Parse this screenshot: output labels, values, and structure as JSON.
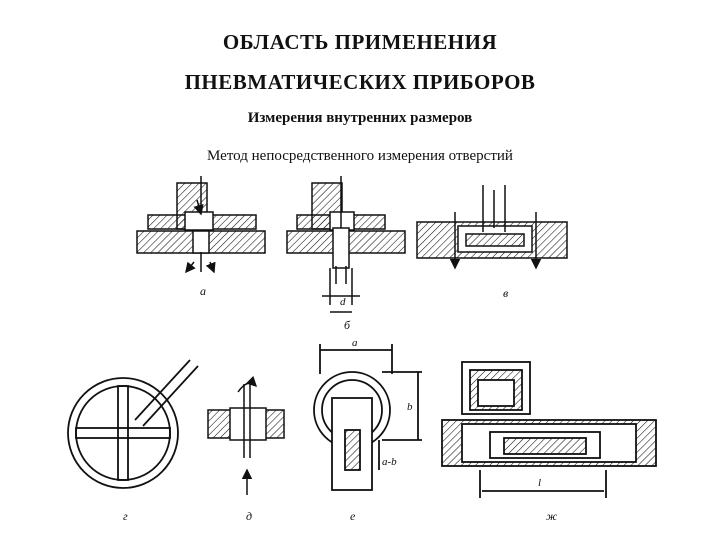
{
  "title_line1": "ОБЛАСТЬ  ПРИМЕНЕНИЯ",
  "title_line2": "ПНЕВМАТИЧЕСКИХ ПРИБОРОВ",
  "subtitle": "Измерения внутренних размеров",
  "method": "Метод непосредственного измерения отверстий",
  "figure_labels": {
    "a": "а",
    "b": "б",
    "v": "в",
    "g": "г",
    "d": "д",
    "e": "е",
    "zh": "ж"
  },
  "dimension_labels": {
    "d": "d",
    "a": "a",
    "b": "b",
    "a_minus_b": "a-b",
    "l": "l"
  }
}
